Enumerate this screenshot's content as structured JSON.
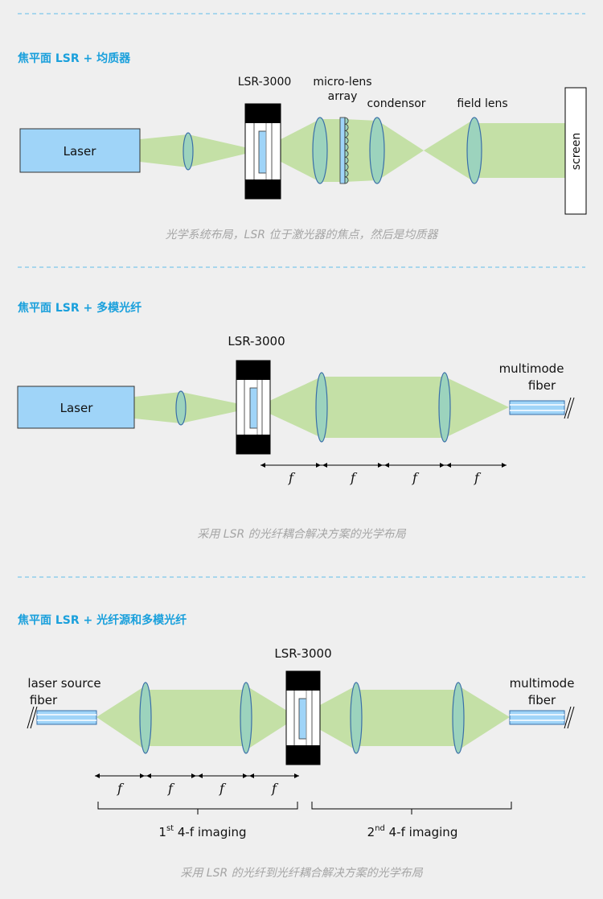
{
  "sections": [
    {
      "title": "焦平面 LSR + 均质器",
      "laser_label": "Laser",
      "lsr_label": "LSR-3000",
      "mla_label_1": "micro-lens",
      "mla_label_2": "array",
      "condensor_label": "condensor",
      "field_lens_label": "field lens",
      "screen_label": "screen",
      "caption": "光学系统布局，LSR 位于激光器的焦点，然后是均质器"
    },
    {
      "title": "焦平面 LSR + 多模光纤",
      "laser_label": "Laser",
      "lsr_label": "LSR-3000",
      "fiber_label_1": "multimode",
      "fiber_label_2": "fiber",
      "focal_symbols": [
        "f",
        "f",
        "f",
        "f"
      ],
      "caption": "采用 LSR 的光纤耦合解决方案的光学布局"
    },
    {
      "title": "焦平面 LSR + 光纤源和多模光纤",
      "source_label_1": "laser source",
      "source_label_2": "fiber",
      "lsr_label": "LSR-3000",
      "fiber_label_1": "multimode",
      "fiber_label_2": "fiber",
      "focal_symbols": [
        "f",
        "f",
        "f",
        "f"
      ],
      "imaging_1_pre": "1",
      "imaging_1_sup": "st",
      "imaging_1_post": " 4-f imaging",
      "imaging_2_pre": "2",
      "imaging_2_sup": "nd",
      "imaging_2_post": " 4-f imaging",
      "caption": "采用 LSR 的光纤到光纤耦合解决方案的光学布局"
    }
  ],
  "colors": {
    "accent": "#1aa0dc",
    "beam": "#c4e0a6",
    "laser_box": "#9fd4f8",
    "lens": "#9cd3bd",
    "caption": "#a5a5a5"
  }
}
